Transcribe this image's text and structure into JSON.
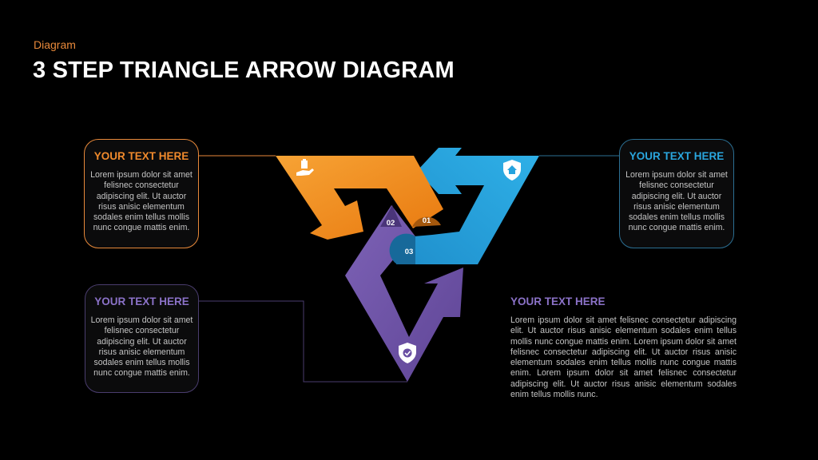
{
  "header": {
    "eyebrow": "Diagram",
    "title": "3 STEP TRIANGLE ARROW DIAGRAM"
  },
  "steps": [
    {
      "number": "01",
      "color": "#f5921e",
      "icon": "hand-holding-box-icon"
    },
    {
      "number": "02",
      "color": "#7356a8",
      "icon": "shield-check-icon"
    },
    {
      "number": "03",
      "color": "#26a3de",
      "icon": "shield-home-icon"
    }
  ],
  "cards": {
    "orange": {
      "heading": "YOUR TEXT HERE",
      "body": "Lorem ipsum dolor sit amet felisnec consectetur adipiscing elit. Ut auctor risus anisic elementum sodales enim tellus mollis nunc congue mattis enim."
    },
    "blue": {
      "heading": "YOUR TEXT HERE",
      "body": "Lorem ipsum dolor sit amet felisnec consectetur adipiscing elit. Ut auctor risus anisic elementum sodales enim tellus mollis nunc congue mattis enim."
    },
    "purple": {
      "heading": "YOUR TEXT HERE",
      "body": "Lorem ipsum dolor sit amet felisnec consectetur adipiscing elit. Ut auctor risus anisic elementum sodales enim tellus mollis nunc congue mattis enim."
    }
  },
  "paragraph": {
    "heading": "YOUR TEXT HERE",
    "body": "Lorem ipsum dolor sit amet felisnec consectetur adipiscing elit. Ut auctor risus anisic elementum sodales enim tellus mollis nunc congue mattis enim. Lorem ipsum dolor sit amet felisnec consectetur adipiscing elit. Ut auctor risus anisic elementum sodales enim tellus mollis nunc congue mattis enim. Lorem ipsum dolor sit amet felisnec consectetur adipiscing elit. Ut auctor risus anisic elementum sodales enim tellus mollis nunc."
  }
}
